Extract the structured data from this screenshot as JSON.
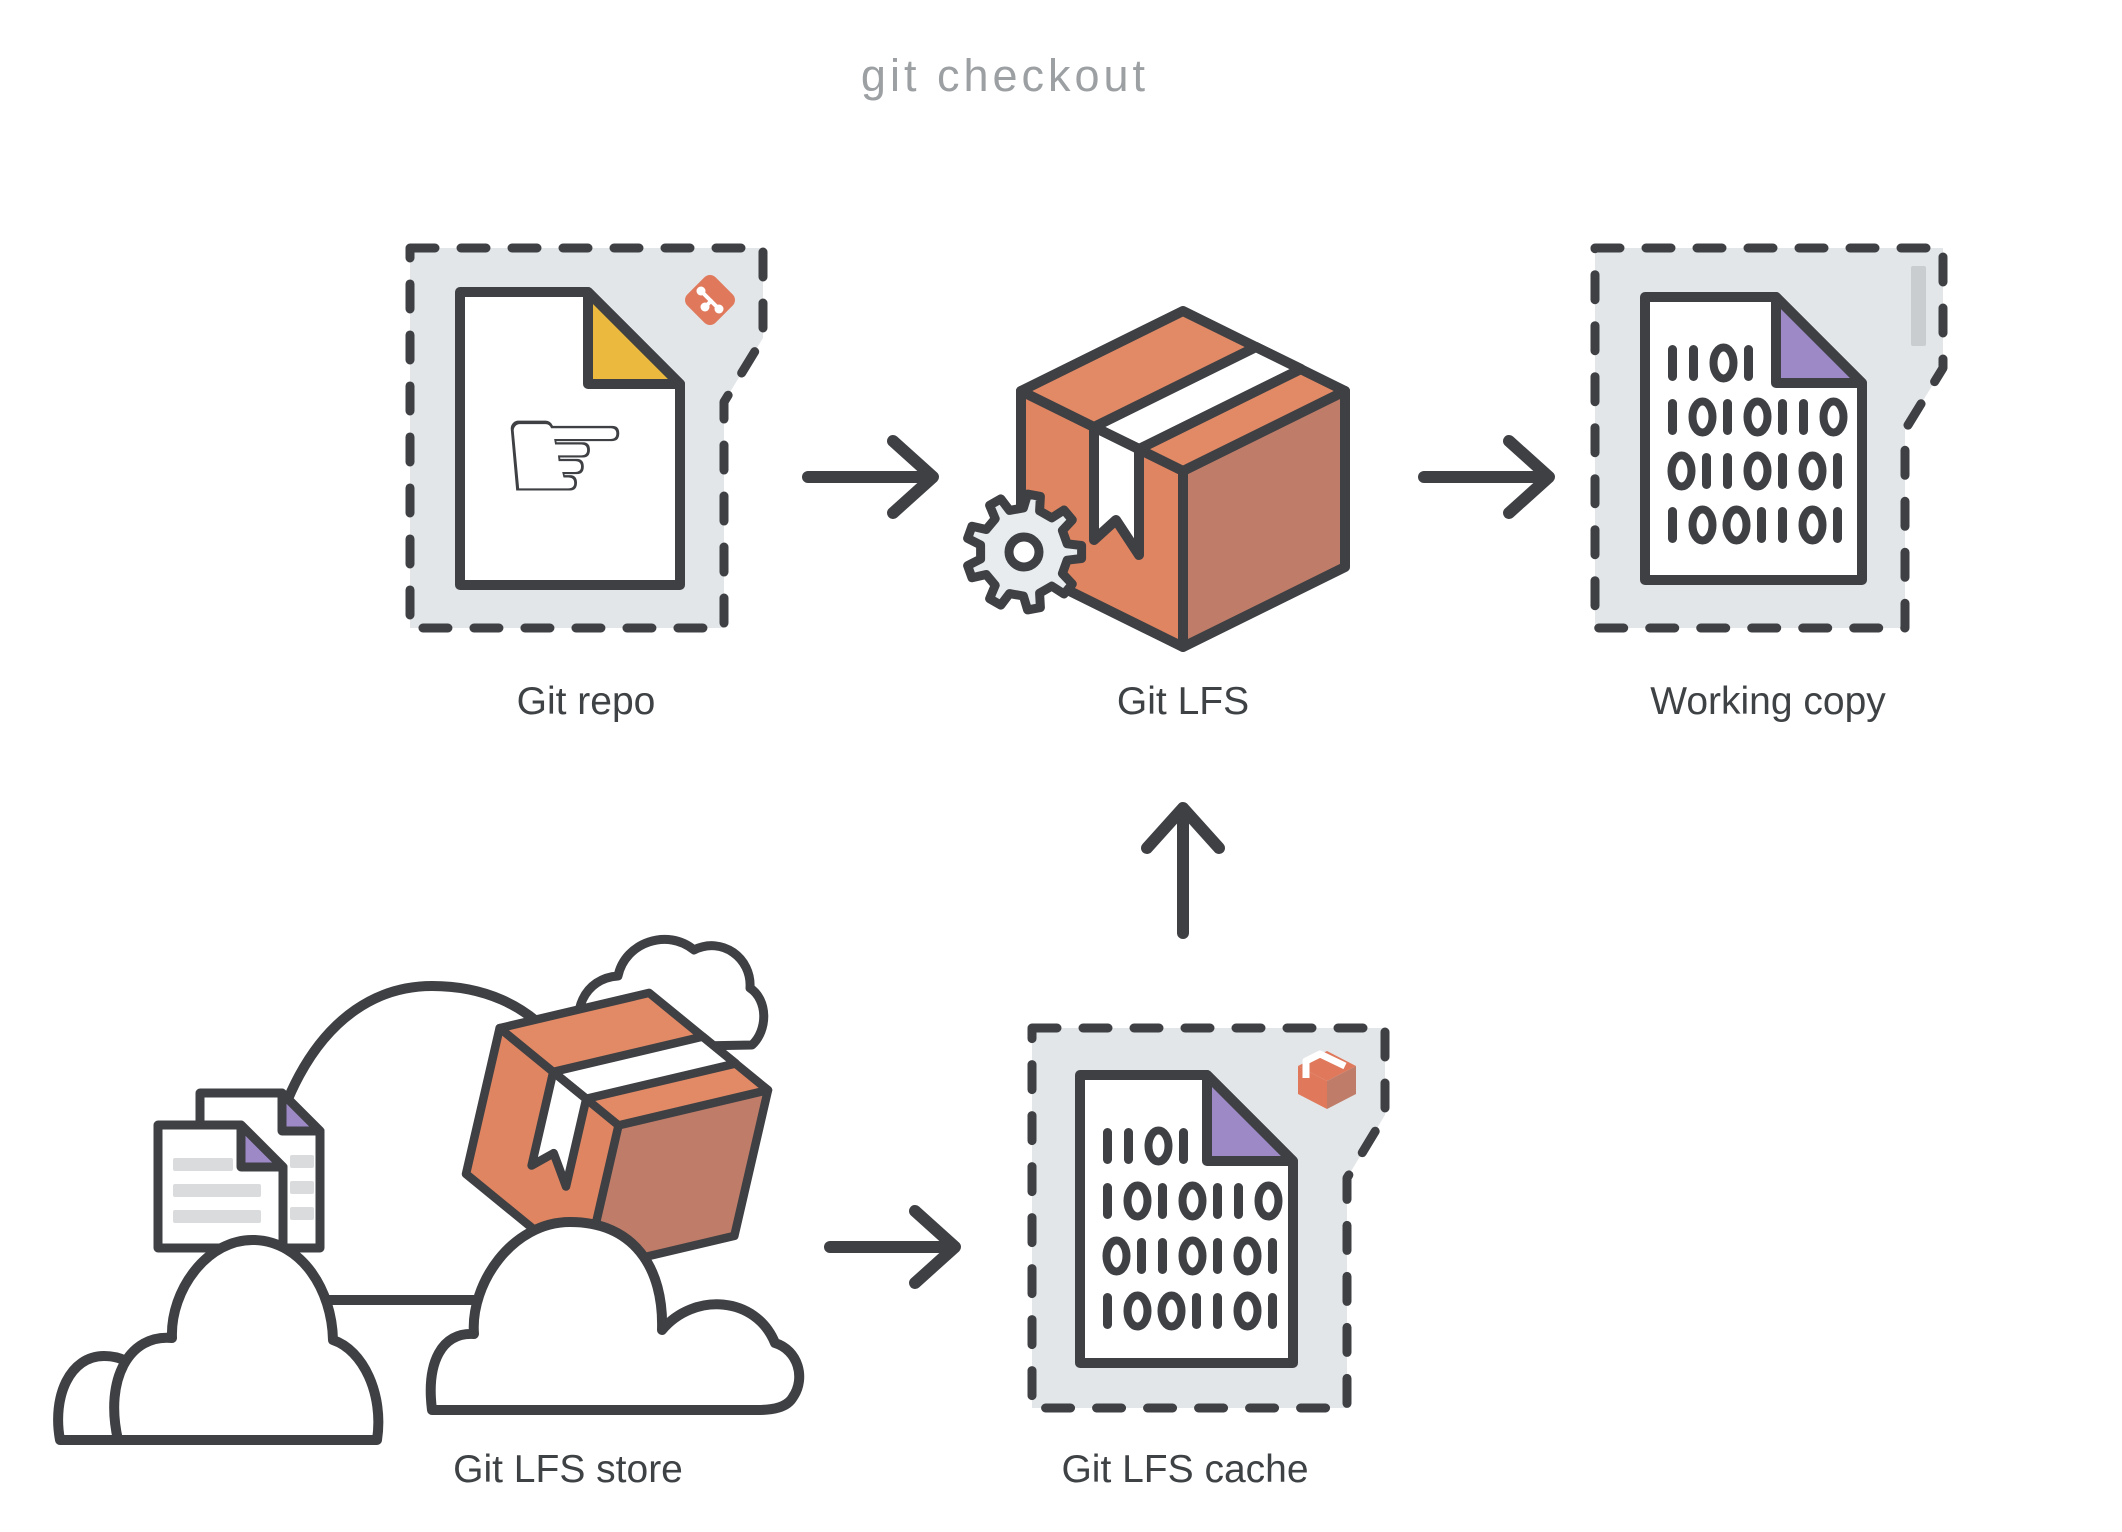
{
  "title": "git checkout",
  "colors": {
    "dark": "#3e4044",
    "box_fill": "#e3e6e8",
    "orange": "#e08561",
    "orange_top": "#e28a66",
    "orange_dark": "#bf7d69",
    "badge_orange": "#e0795c",
    "yellow": "#eab93d",
    "purple": "#9d89c6",
    "title_gray": "#9ca0a3",
    "badge_gray": "#c9cdd0",
    "doc_line": "#d9dbdd",
    "gear_gray": "#e9ecee"
  },
  "nodes": {
    "git_repo": {
      "label": "Git repo"
    },
    "git_lfs": {
      "label": "Git LFS"
    },
    "working_copy": {
      "label": "Working copy"
    },
    "git_lfs_store": {
      "label": "Git LFS store"
    },
    "git_lfs_cache": {
      "label": "Git LFS cache"
    }
  },
  "binary_lines": [
    "1101",
    "1010110",
    "0110101",
    "1001101"
  ],
  "icons": {
    "pointer_hand_glyph": "☞"
  },
  "flows": [
    {
      "from": "Git repo",
      "to": "Git LFS"
    },
    {
      "from": "Git LFS",
      "to": "Working copy"
    },
    {
      "from": "Git LFS store",
      "to": "Git LFS cache"
    },
    {
      "from": "Git LFS cache",
      "to": "Git LFS"
    }
  ]
}
